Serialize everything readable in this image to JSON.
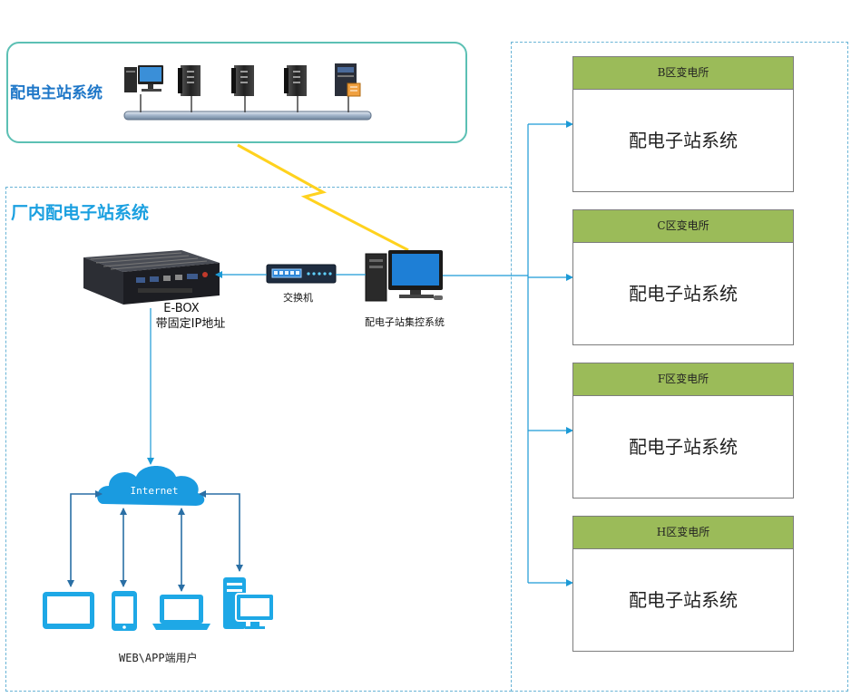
{
  "master": {
    "title": "配电主站系统"
  },
  "plant": {
    "title": "厂内配电子站系统"
  },
  "ebox": {
    "name": "E-BOX",
    "note": "带固定IP地址"
  },
  "switch": {
    "label": "交换机"
  },
  "collector": {
    "label": "配电子站集控系统"
  },
  "internet": {
    "label": "Internet"
  },
  "users": {
    "label": "WEB\\APP端用户"
  },
  "substations": [
    {
      "header": "B区变电所",
      "body": "配电子站系统"
    },
    {
      "header": "C区变电所",
      "body": "配电子站系统"
    },
    {
      "header": "F区变电所",
      "body": "配电子站系统"
    },
    {
      "header": "H区变电所",
      "body": "配电子站系统"
    }
  ],
  "colors": {
    "link": "#1c9ad6",
    "header": "#9bbb59",
    "master_border": "#5cc0b4",
    "lightning": "#ffd21e",
    "device": "#1ea8e6"
  }
}
